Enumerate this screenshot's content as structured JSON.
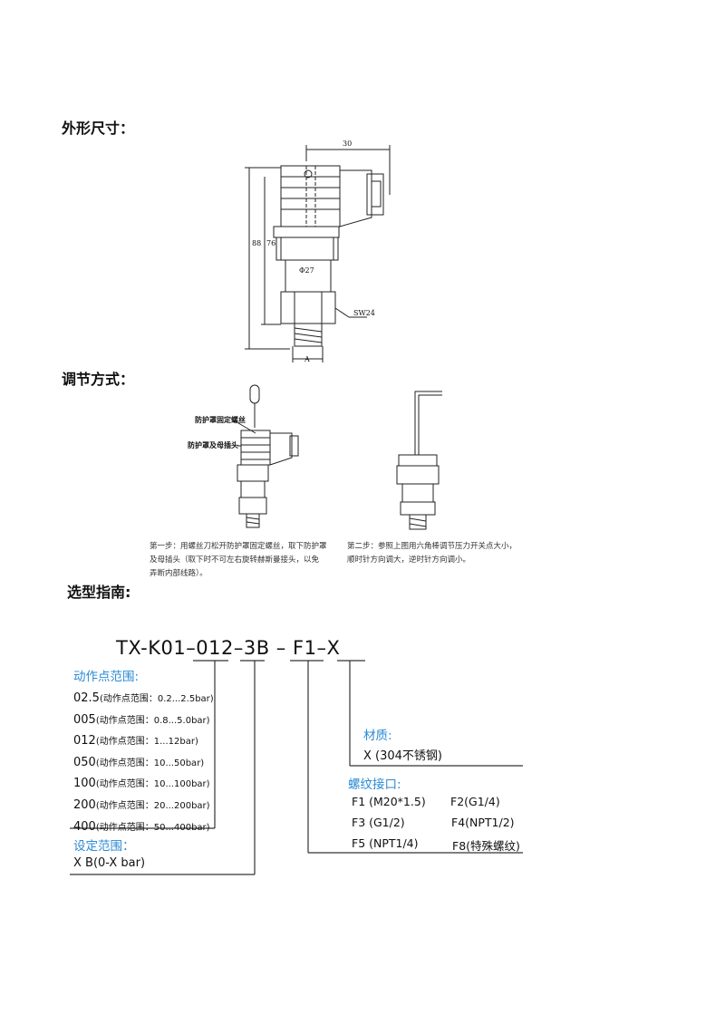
{
  "sections": {
    "dimensions_title": "外形尺寸：",
    "adjustment_title": "调节方式：",
    "selection_title": "选型指南:"
  },
  "dimension_drawing": {
    "width_top": "30",
    "height_total": "88",
    "height_body": "76",
    "diameter": "Φ27",
    "hex": "SW24",
    "thread": "A"
  },
  "adjustment": {
    "label_screw": "防护罩固定螺丝",
    "label_cover": "防护罩及母插头",
    "step1": [
      "第一步：用螺丝刀松开防护罩固定螺丝，取下防护罩",
      "及母插头（取下时不可左右旋转赫斯曼接头，以免",
      "弄断内部线路）。"
    ],
    "step2": [
      "第二步：参照上图用六角棒调节压力开关点大小，",
      "顺时针方向调大，逆时针方向调小。"
    ]
  },
  "selection": {
    "code_prefix": "TX-K01",
    "code_range": "012",
    "code_set": "3B",
    "code_thread": "F1",
    "code_material": "X",
    "range_title": "动作点范围:",
    "ranges": [
      {
        "code": "02.5",
        "desc": "(动作点范围：0.2...2.5bar)"
      },
      {
        "code": "005",
        "desc": "(动作点范围：0.8...5.0bar)"
      },
      {
        "code": "012",
        "desc": "(动作点范围：1...12bar)"
      },
      {
        "code": "050",
        "desc": "(动作点范围：10...50bar)"
      },
      {
        "code": "100",
        "desc": "(动作点范围：10...100bar)"
      },
      {
        "code": "200",
        "desc": "(动作点范围：20...200bar)"
      },
      {
        "code": "400",
        "desc": "(动作点范围：50...400bar)"
      }
    ],
    "set_title": "设定范围：",
    "set_value": "X  B(0-X bar)",
    "material_title": "材质:",
    "material_value": "X (304不锈钢)",
    "thread_title": "螺纹接口:",
    "threads": [
      "F1 (M20*1.5)",
      "F2(G1/4)",
      "F3 (G1/2)",
      "F4(NPT1/2)",
      "F5 (NPT1/4)",
      "F8(特殊螺纹)"
    ]
  }
}
